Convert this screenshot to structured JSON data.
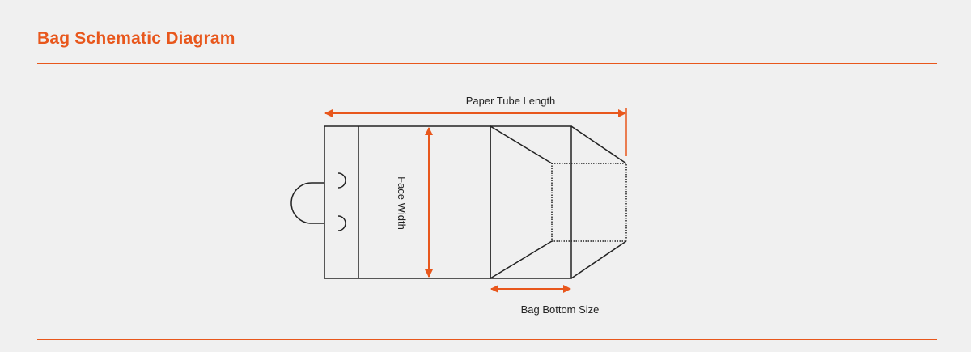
{
  "page": {
    "title": "Bag Schematic Diagram"
  },
  "diagram": {
    "labels": {
      "paper_tube_length": "Paper Tube Length",
      "face_width": "Face Width",
      "bag_bottom_size": "Bag Bottom Size"
    },
    "colors": {
      "accent": "#e8571c",
      "line": "#222222",
      "background": "#f0f0f0"
    }
  }
}
